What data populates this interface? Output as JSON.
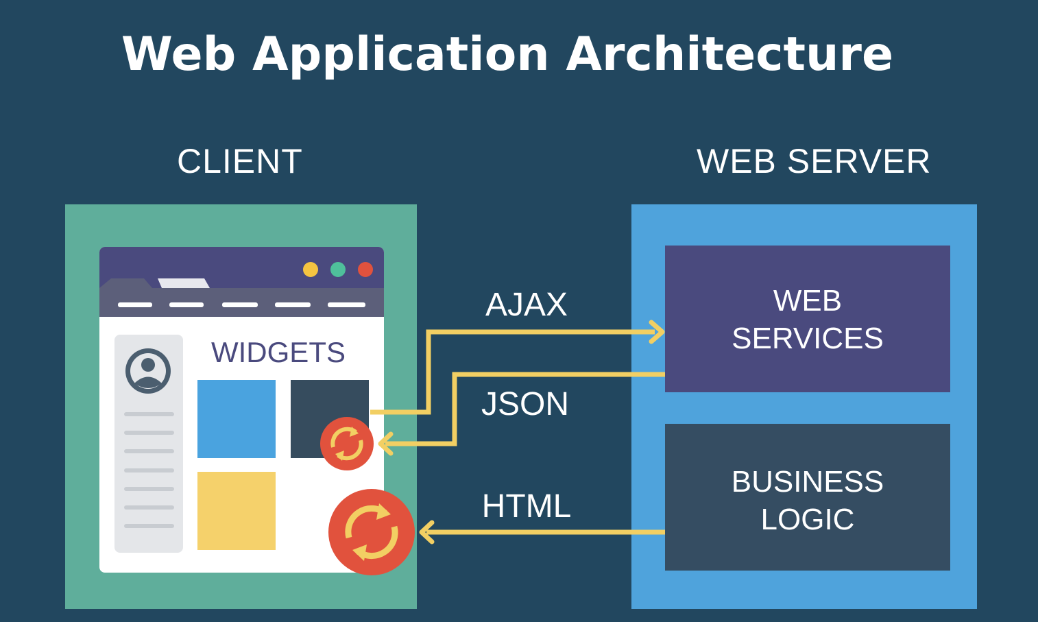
{
  "title": "Web Application Architecture",
  "client": {
    "label": "CLIENT",
    "widgets_label": "WIDGETS"
  },
  "server": {
    "label": "WEB SERVER",
    "web_services": [
      "WEB",
      "SERVICES"
    ],
    "business_logic": [
      "BUSINESS",
      "LOGIC"
    ]
  },
  "arrows": {
    "ajax": "AJAX",
    "json": "JSON",
    "html": "HTML"
  },
  "colors": {
    "background": "#22475f",
    "client_panel": "#5fae9b",
    "server_panel": "#4fa3dc",
    "web_services_box": "#4a4a7e",
    "business_logic_box": "#354d62",
    "arrow": "#f2cf63",
    "refresh_badge": "#e1523d",
    "browser_bar": "#4a4a7e",
    "widget_blue": "#4aa3df",
    "widget_dark": "#364c5e",
    "widget_yellow": "#f5d16b"
  },
  "icons": [
    "user-avatar-icon",
    "refresh-icon",
    "window-dots-icon"
  ]
}
